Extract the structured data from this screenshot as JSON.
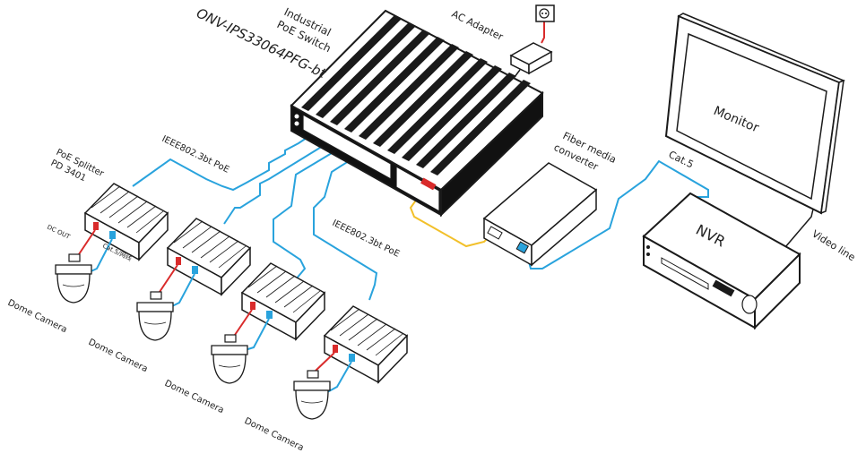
{
  "switch": {
    "model": "ONV-IPS33064PFG-bt",
    "title_line1": "Industrial",
    "title_line2": "PoE Switch"
  },
  "adapter": {
    "label": "AC Adapter"
  },
  "monitor": {
    "label": "Monitor"
  },
  "nvr": {
    "label": "NVR"
  },
  "video_line": {
    "label": "Video line"
  },
  "fiber": {
    "line1": "Fiber media",
    "line2": "converter"
  },
  "cat5_top": {
    "label": "Cat.5"
  },
  "poe_links": [
    {
      "label": "IEEE802.3bt PoE"
    },
    {
      "label": "IEEE802.3bt PoE"
    }
  ],
  "splitter": {
    "name_line1": "PoE Splitter",
    "name_line2": "PD 3401",
    "dc_out": "DC OUT",
    "cat5_label": "Cat.5/网线"
  },
  "cameras": [
    {
      "label": "Dome Camera"
    },
    {
      "label": "Dome Camera"
    },
    {
      "label": "Dome Camera"
    },
    {
      "label": "Dome Camera"
    }
  ],
  "colors": {
    "ethernet": "#29a3dd",
    "power": "#d92b2b",
    "fiber": "#f2c02a",
    "device_outline": "#1a1a1a"
  }
}
